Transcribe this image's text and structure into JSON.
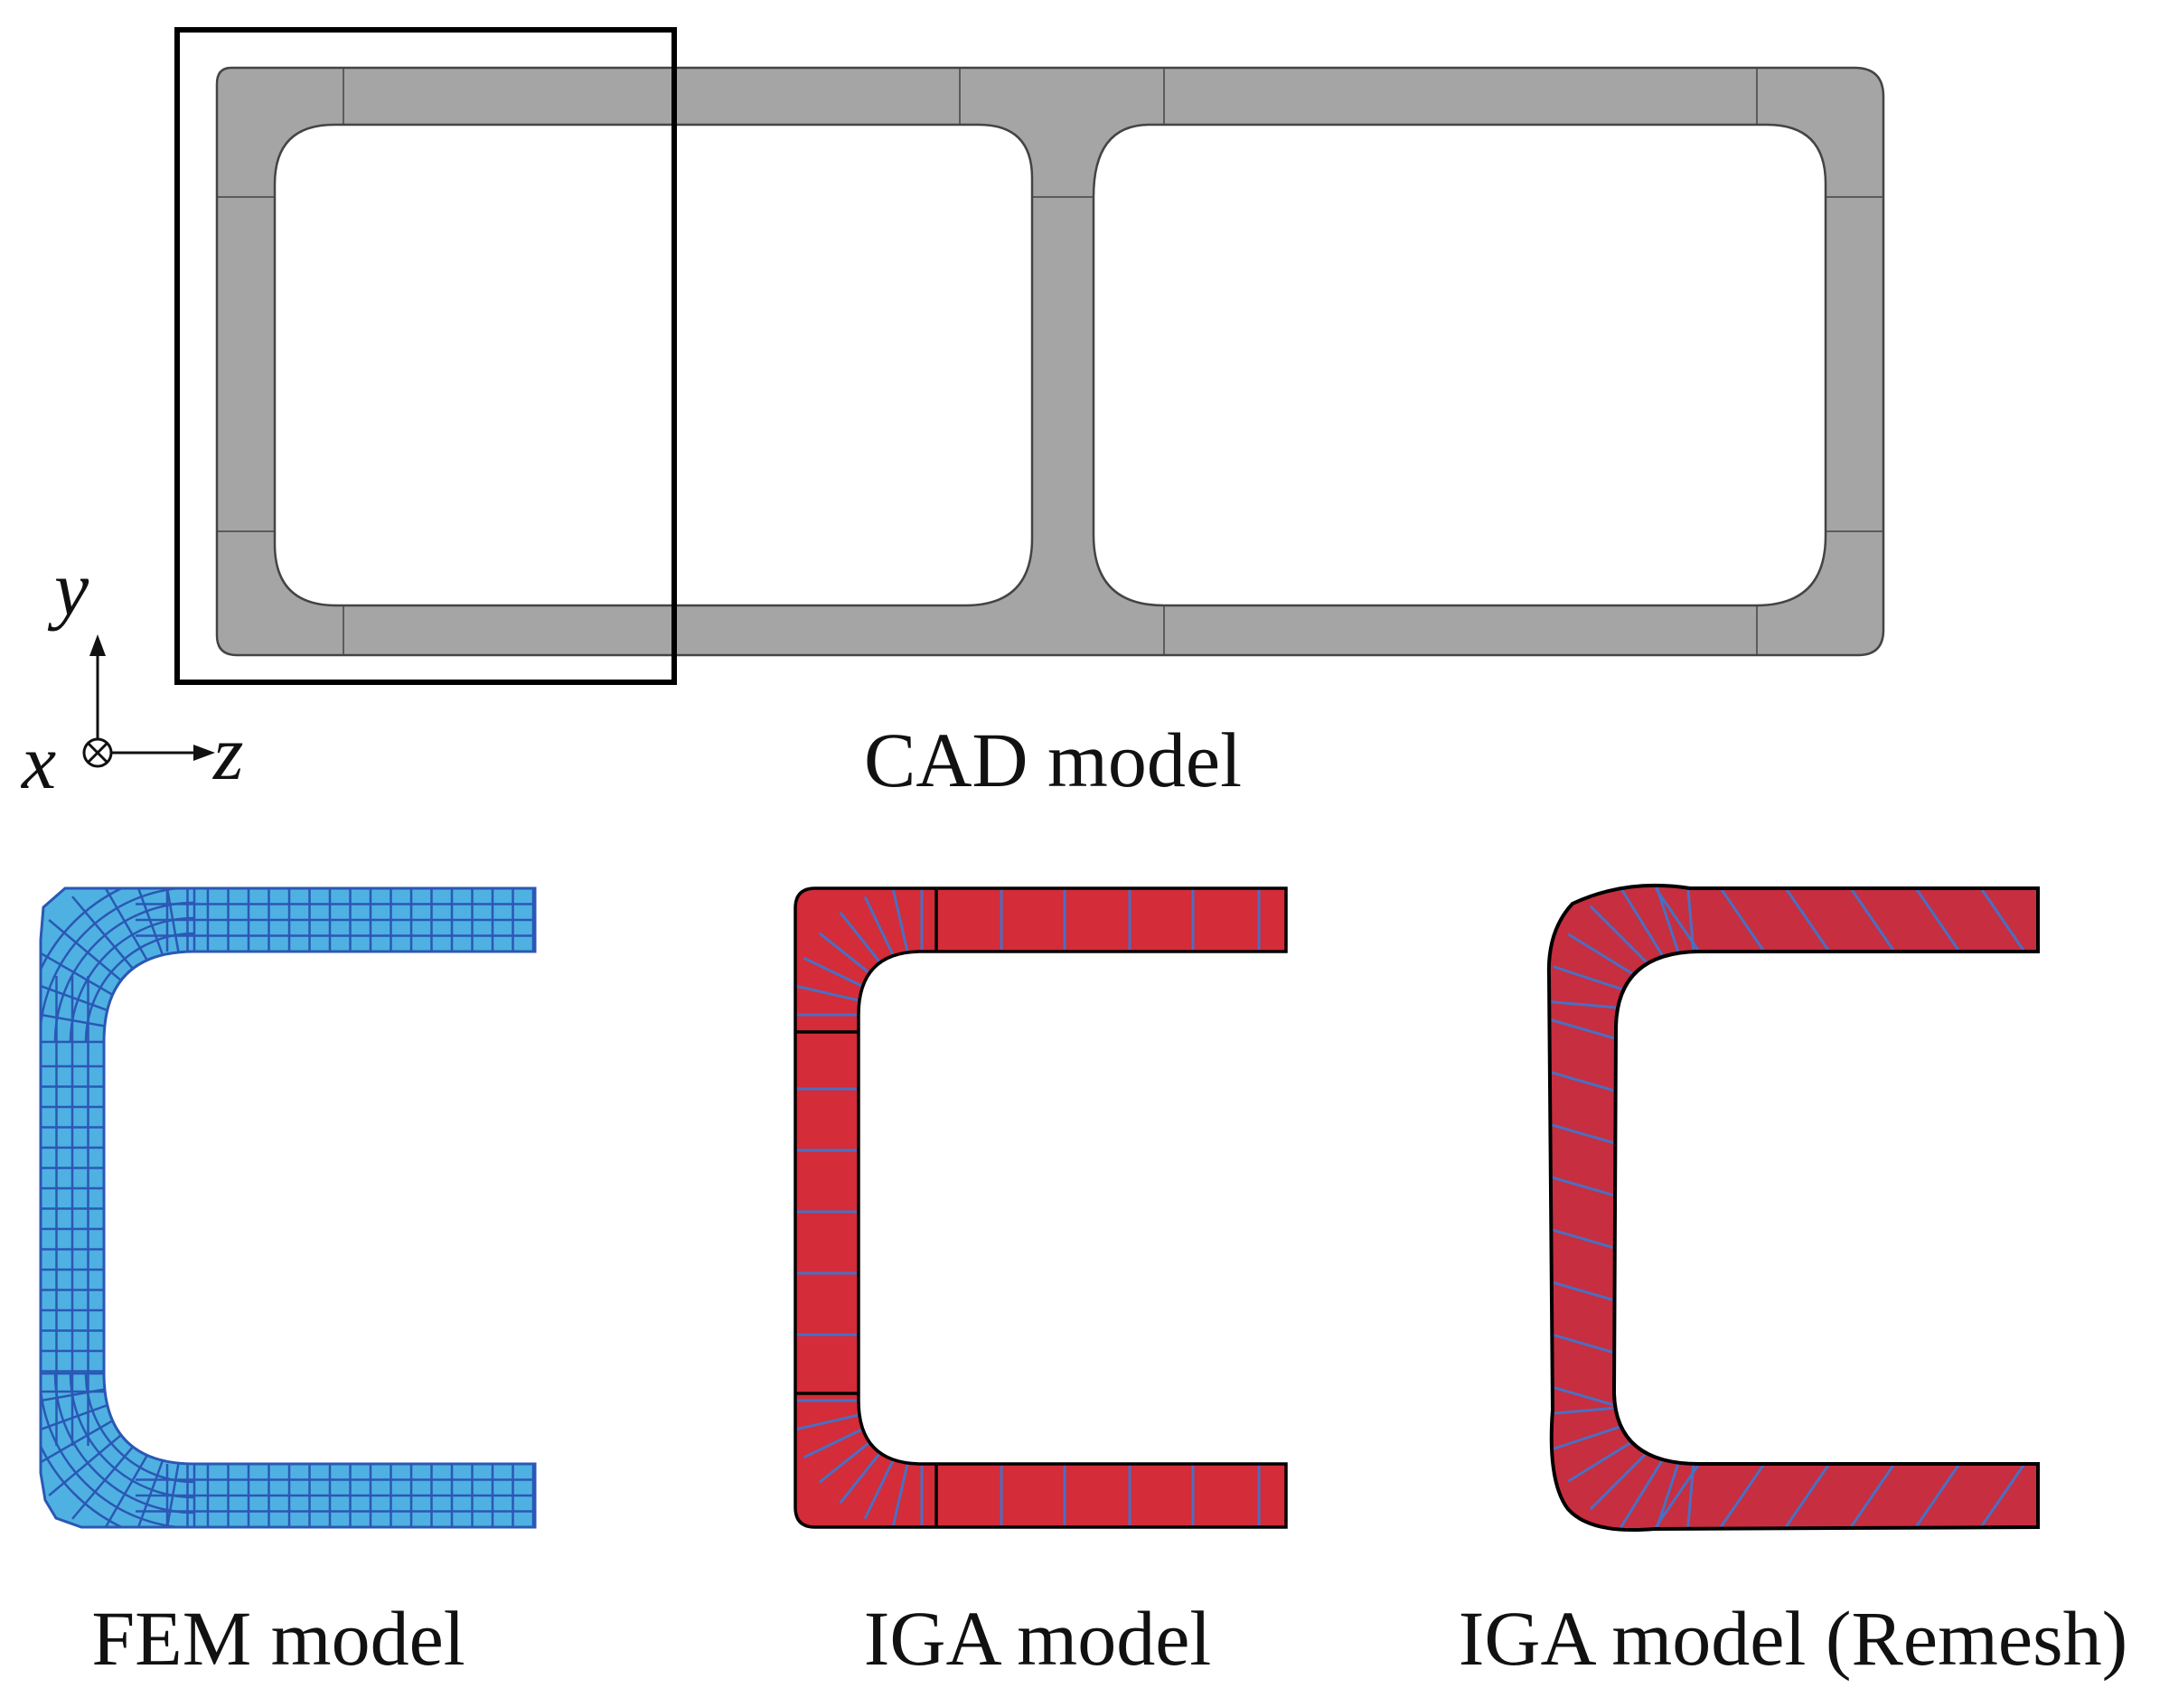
{
  "captions": {
    "cad": "CAD model",
    "fem": "FEM model",
    "iga": "IGA model",
    "iga_remesh": "IGA model (Remesh)"
  },
  "axes": {
    "y": "y",
    "z": "z",
    "x": "x"
  },
  "colors": {
    "cad_fill": "#a5a5a6",
    "cad_stroke": "#444444",
    "fem_fill": "#4fb1e1",
    "fem_mesh": "#2a58b5",
    "iga_fill": "#d42c38",
    "iga_remesh_fill": "#c72e3f",
    "iga_knot_line": "#4a6fc2",
    "outline": "#000000"
  }
}
